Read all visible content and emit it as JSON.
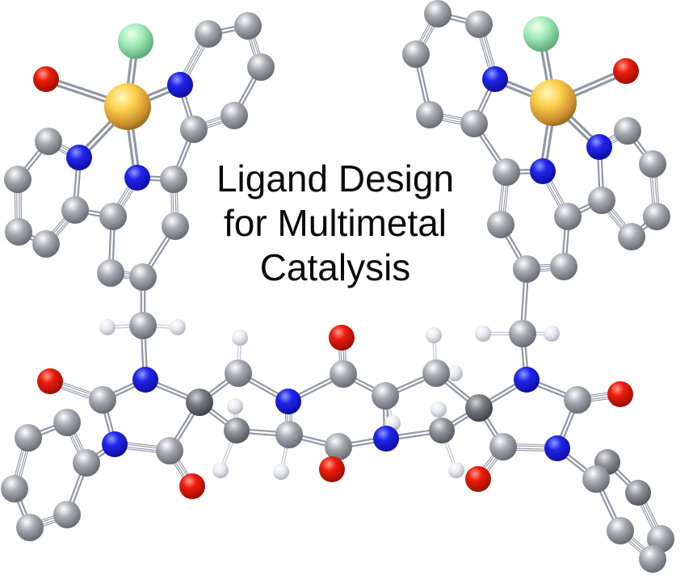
{
  "figure": {
    "title": {
      "line1": "Ligand Design",
      "line2": "for Multimetal",
      "line3": "Catalysis"
    },
    "molecule": {
      "background": "#ffffff",
      "bond_colors": {
        "outer": "#9298a3",
        "core": "#ffffff",
        "h_outer": "#c6cad2"
      },
      "elements": {
        "M": {
          "name": "metal-center",
          "r": 29,
          "stops": [
            [
              0,
              "#fff7c0"
            ],
            [
              0.35,
              "#ffd24e"
            ],
            [
              0.75,
              "#c88d2e"
            ],
            [
              1,
              "#7c5a1a"
            ]
          ]
        },
        "Cl": {
          "name": "chlorine",
          "r": 22,
          "stops": [
            [
              0,
              "#eafff0"
            ],
            [
              0.4,
              "#a5ecba"
            ],
            [
              1,
              "#4f9e6d"
            ]
          ]
        },
        "O": {
          "name": "oxygen",
          "r": 16,
          "stops": [
            [
              0,
              "#ff9f8a"
            ],
            [
              0.35,
              "#ee1b0c"
            ],
            [
              1,
              "#8c0f02"
            ]
          ]
        },
        "N": {
          "name": "nitrogen",
          "r": 16,
          "stops": [
            [
              0,
              "#8f9bff"
            ],
            [
              0.35,
              "#2125ea"
            ],
            [
              1,
              "#0a0a96"
            ]
          ]
        },
        "C": {
          "name": "carbon",
          "r": 17,
          "stops": [
            [
              0,
              "#ffffff"
            ],
            [
              0.4,
              "#a6aab0"
            ],
            [
              1,
              "#5c6066"
            ]
          ]
        },
        "Cq": {
          "name": "carbon",
          "r": 17,
          "stops": [
            [
              0,
              "#d2d3d6"
            ],
            [
              0.4,
              "#76797e"
            ],
            [
              1,
              "#34373b"
            ]
          ]
        },
        "Cm": {
          "name": "carbon",
          "r": 16,
          "stops": [
            [
              0,
              "#e8e9ec"
            ],
            [
              0.4,
              "#8f9297"
            ],
            [
              1,
              "#4a4d52"
            ]
          ]
        },
        "H": {
          "name": "hydrogen",
          "r": 10,
          "stops": [
            [
              0,
              "#ffffff"
            ],
            [
              0.45,
              "#e9eaee"
            ],
            [
              1,
              "#a7aab2"
            ]
          ]
        }
      },
      "atoms": [
        [
          "L_HB1",
          "H",
          133,
          405
        ],
        [
          "L_HB2",
          "H",
          220,
          405
        ],
        [
          "R_HB1",
          "H",
          598,
          413
        ],
        [
          "R_HB2",
          "H",
          683,
          413
        ],
        [
          "B_HA1",
          "H",
          297,
          418
        ],
        [
          "B_HB0",
          "H",
          291,
          503
        ],
        [
          "B_HB1",
          "H",
          273,
          582
        ],
        [
          "D_H3",
          "H",
          486,
          524
        ],
        [
          "D_H6",
          "H",
          348,
          584
        ],
        [
          "B_HC1",
          "H",
          537,
          415
        ],
        [
          "B_HC2",
          "H",
          563,
          462
        ],
        [
          "B_HD1",
          "H",
          543,
          507
        ],
        [
          "B_HD2",
          "H",
          565,
          582
        ],
        [
          "L_M",
          "M",
          158,
          132
        ],
        [
          "L_CL",
          "Cl",
          168,
          51
        ],
        [
          "L_O",
          "O",
          57,
          98
        ],
        [
          "L_N1",
          "N",
          223,
          105
        ],
        [
          "L_C1",
          "C",
          258,
          42
        ],
        [
          "L_C2",
          "C",
          307,
          32
        ],
        [
          "L_C3",
          "C",
          323,
          83
        ],
        [
          "L_C4",
          "C",
          290,
          143
        ],
        [
          "L_C5",
          "C",
          240,
          160
        ],
        [
          "L_N2",
          "N",
          170,
          220
        ],
        [
          "L_C6",
          "C",
          215,
          222
        ],
        [
          "L_C7",
          "C",
          217,
          280
        ],
        [
          "L_C8",
          "C",
          177,
          343
        ],
        [
          "L_C9",
          "C",
          137,
          338
        ],
        [
          "L_C10",
          "C",
          140,
          268
        ],
        [
          "L_N3",
          "N",
          98,
          195
        ],
        [
          "L_C11",
          "C",
          60,
          175
        ],
        [
          "L_C12",
          "C",
          22,
          222
        ],
        [
          "L_C13",
          "C",
          23,
          287
        ],
        [
          "L_C14",
          "C",
          57,
          302
        ],
        [
          "L_C15",
          "C",
          93,
          260
        ],
        [
          "L_CB",
          "C",
          177,
          403
        ],
        [
          "R_M",
          "M",
          685,
          127
        ],
        [
          "R_CL",
          "Cl",
          670,
          42
        ],
        [
          "R_O",
          "O",
          775,
          88
        ],
        [
          "R_N1",
          "N",
          613,
          98
        ],
        [
          "R_C1",
          "C",
          593,
          30
        ],
        [
          "R_C2",
          "C",
          542,
          17
        ],
        [
          "R_C3",
          "C",
          515,
          67
        ],
        [
          "R_C4",
          "C",
          532,
          142
        ],
        [
          "R_C5",
          "C",
          587,
          153
        ],
        [
          "R_N2",
          "N",
          672,
          212
        ],
        [
          "R_C6",
          "C",
          627,
          213
        ],
        [
          "R_C7",
          "C",
          620,
          278
        ],
        [
          "R_C8",
          "C",
          652,
          333
        ],
        [
          "R_C9",
          "C",
          698,
          330
        ],
        [
          "R_C10",
          "C",
          703,
          268
        ],
        [
          "R_N3",
          "N",
          742,
          182
        ],
        [
          "R_C11",
          "C",
          777,
          162
        ],
        [
          "R_C12",
          "C",
          808,
          203
        ],
        [
          "R_C13",
          "C",
          813,
          268
        ],
        [
          "R_C14",
          "C",
          782,
          293
        ],
        [
          "R_C15",
          "C",
          745,
          248
        ],
        [
          "R_CB",
          "C",
          647,
          413
        ],
        [
          "B_N1",
          "N",
          180,
          470
        ],
        [
          "B_C2",
          "C",
          127,
          495
        ],
        [
          "B_O2",
          "O",
          62,
          472
        ],
        [
          "B_N3",
          "N",
          142,
          550
        ],
        [
          "B_C4",
          "C",
          210,
          558
        ],
        [
          "B_O4",
          "O",
          238,
          602
        ],
        [
          "B_C5",
          "Cq",
          247,
          498
        ],
        [
          "B_P2",
          "C",
          83,
          523
        ],
        [
          "B_P3",
          "C",
          35,
          542
        ],
        [
          "B_P4",
          "C",
          18,
          605
        ],
        [
          "B_P5",
          "C",
          37,
          653
        ],
        [
          "B_P6",
          "C",
          83,
          637
        ],
        [
          "B_P1",
          "C",
          107,
          573
        ],
        [
          "B_CH2A",
          "C",
          295,
          462
        ],
        [
          "B_CH2B",
          "Cm",
          293,
          533
        ],
        [
          "D_N1",
          "N",
          357,
          497
        ],
        [
          "D_C2",
          "C",
          425,
          463
        ],
        [
          "D_O2",
          "O",
          423,
          418
        ],
        [
          "D_C3",
          "C",
          477,
          490
        ],
        [
          "D_N4",
          "N",
          478,
          543
        ],
        [
          "D_C5",
          "C",
          419,
          553
        ],
        [
          "D_O5",
          "O",
          411,
          581
        ],
        [
          "D_C6",
          "C",
          358,
          538
        ],
        [
          "B_CH2C",
          "C",
          540,
          462
        ],
        [
          "B_CH2D",
          "Cm",
          547,
          533
        ],
        [
          "B2_C5",
          "Cq",
          593,
          505
        ],
        [
          "B2_N1",
          "N",
          652,
          470
        ],
        [
          "B2_C2",
          "C",
          715,
          495
        ],
        [
          "B2_O2",
          "O",
          768,
          488
        ],
        [
          "B2_N3",
          "N",
          690,
          555
        ],
        [
          "B2_C4",
          "C",
          623,
          553
        ],
        [
          "B2_O4",
          "O",
          592,
          593
        ],
        [
          "B2_P2",
          "Cm",
          752,
          572
        ],
        [
          "B2_P3",
          "Cm",
          790,
          610
        ],
        [
          "B2_P4",
          "C",
          818,
          667
        ],
        [
          "B2_P5",
          "C",
          808,
          692
        ],
        [
          "B2_P6",
          "C",
          768,
          657
        ],
        [
          "B2_P1",
          "C",
          738,
          593
        ]
      ],
      "bonds": [
        [
          "L_M",
          "L_CL",
          "m"
        ],
        [
          "L_M",
          "L_O",
          "m"
        ],
        [
          "L_M",
          "L_N1",
          "m"
        ],
        [
          "L_M",
          "L_N2",
          "m"
        ],
        [
          "L_M",
          "L_N3",
          "m"
        ],
        [
          "L_N1",
          "L_C1",
          "d"
        ],
        [
          "L_C1",
          "L_C2",
          "s"
        ],
        [
          "L_C2",
          "L_C3",
          "d"
        ],
        [
          "L_C3",
          "L_C4",
          "s"
        ],
        [
          "L_C4",
          "L_C5",
          "d"
        ],
        [
          "L_C5",
          "L_N1",
          "s"
        ],
        [
          "L_C5",
          "L_C6",
          "s"
        ],
        [
          "L_N2",
          "L_C6",
          "s"
        ],
        [
          "L_C6",
          "L_C7",
          "d"
        ],
        [
          "L_C7",
          "L_C8",
          "s"
        ],
        [
          "L_C8",
          "L_C9",
          "d"
        ],
        [
          "L_C9",
          "L_C10",
          "s"
        ],
        [
          "L_C10",
          "L_N2",
          "d"
        ],
        [
          "L_C10",
          "L_C15",
          "s"
        ],
        [
          "L_N3",
          "L_C11",
          "d"
        ],
        [
          "L_C11",
          "L_C12",
          "s"
        ],
        [
          "L_C12",
          "L_C13",
          "d"
        ],
        [
          "L_C13",
          "L_C14",
          "s"
        ],
        [
          "L_C14",
          "L_C15",
          "d"
        ],
        [
          "L_C15",
          "L_N3",
          "s"
        ],
        [
          "L_C8",
          "L_CB",
          "s"
        ],
        [
          "L_CB",
          "L_HB1",
          "h"
        ],
        [
          "L_CB",
          "L_HB2",
          "h"
        ],
        [
          "L_CB",
          "B_N1",
          "s"
        ],
        [
          "R_M",
          "R_CL",
          "m"
        ],
        [
          "R_M",
          "R_O",
          "m"
        ],
        [
          "R_M",
          "R_N1",
          "m"
        ],
        [
          "R_M",
          "R_N2",
          "m"
        ],
        [
          "R_M",
          "R_N3",
          "m"
        ],
        [
          "R_N1",
          "R_C1",
          "d"
        ],
        [
          "R_C1",
          "R_C2",
          "s"
        ],
        [
          "R_C2",
          "R_C3",
          "d"
        ],
        [
          "R_C3",
          "R_C4",
          "s"
        ],
        [
          "R_C4",
          "R_C5",
          "d"
        ],
        [
          "R_C5",
          "R_N1",
          "s"
        ],
        [
          "R_C5",
          "R_C6",
          "s"
        ],
        [
          "R_N2",
          "R_C6",
          "s"
        ],
        [
          "R_C6",
          "R_C7",
          "d"
        ],
        [
          "R_C7",
          "R_C8",
          "s"
        ],
        [
          "R_C8",
          "R_C9",
          "d"
        ],
        [
          "R_C9",
          "R_C10",
          "s"
        ],
        [
          "R_C10",
          "R_N2",
          "d"
        ],
        [
          "R_C10",
          "R_C15",
          "s"
        ],
        [
          "R_N3",
          "R_C11",
          "d"
        ],
        [
          "R_C11",
          "R_C12",
          "s"
        ],
        [
          "R_C12",
          "R_C13",
          "d"
        ],
        [
          "R_C13",
          "R_C14",
          "s"
        ],
        [
          "R_C14",
          "R_C15",
          "d"
        ],
        [
          "R_C15",
          "R_N3",
          "s"
        ],
        [
          "R_C8",
          "R_CB",
          "s"
        ],
        [
          "R_CB",
          "R_HB1",
          "h"
        ],
        [
          "R_CB",
          "R_HB2",
          "h"
        ],
        [
          "R_CB",
          "B2_N1",
          "s"
        ],
        [
          "B_N1",
          "B_C2",
          "s"
        ],
        [
          "B_C2",
          "B_O2",
          "d"
        ],
        [
          "B_C2",
          "B_N3",
          "s"
        ],
        [
          "B_N3",
          "B_P1",
          "s"
        ],
        [
          "B_N3",
          "B_C4",
          "d"
        ],
        [
          "B_C4",
          "B_O4",
          "d"
        ],
        [
          "B_C4",
          "B_C5",
          "s"
        ],
        [
          "B_C5",
          "B_N1",
          "s"
        ],
        [
          "B_C5",
          "B_CH2A",
          "s"
        ],
        [
          "B_C5",
          "B_CH2B",
          "s"
        ],
        [
          "B_P1",
          "B_P2",
          "d"
        ],
        [
          "B_P2",
          "B_P3",
          "s"
        ],
        [
          "B_P3",
          "B_P4",
          "d"
        ],
        [
          "B_P4",
          "B_P5",
          "s"
        ],
        [
          "B_P5",
          "B_P6",
          "d"
        ],
        [
          "B_P6",
          "B_P1",
          "s"
        ],
        [
          "B_CH2A",
          "B_HA1",
          "h"
        ],
        [
          "B_CH2A",
          "D_N1",
          "s"
        ],
        [
          "B_CH2B",
          "B_HB0",
          "h"
        ],
        [
          "B_CH2B",
          "B_HB1",
          "h"
        ],
        [
          "B_CH2B",
          "D_C6",
          "s"
        ],
        [
          "D_N1",
          "D_C2",
          "s"
        ],
        [
          "D_C2",
          "D_O2",
          "d"
        ],
        [
          "D_C2",
          "D_C3",
          "s"
        ],
        [
          "D_C3",
          "D_H3",
          "h"
        ],
        [
          "D_C3",
          "D_N4",
          "s"
        ],
        [
          "D_N4",
          "D_C5",
          "s"
        ],
        [
          "D_C5",
          "D_O5",
          "d"
        ],
        [
          "D_C5",
          "D_C6",
          "s"
        ],
        [
          "D_C6",
          "D_N1",
          "d"
        ],
        [
          "D_C6",
          "D_H6",
          "h"
        ],
        [
          "D_C3",
          "B_CH2C",
          "s"
        ],
        [
          "D_N4",
          "B_CH2D",
          "s"
        ],
        [
          "B_CH2C",
          "B_HC1",
          "h"
        ],
        [
          "B_CH2C",
          "B_HC2",
          "h"
        ],
        [
          "B_CH2C",
          "B2_C5",
          "s"
        ],
        [
          "B_CH2D",
          "B_HD1",
          "h"
        ],
        [
          "B_CH2D",
          "B_HD2",
          "h"
        ],
        [
          "B_CH2D",
          "B2_C5",
          "s"
        ],
        [
          "B2_C5",
          "B2_N1",
          "s"
        ],
        [
          "B2_N1",
          "B2_C2",
          "s"
        ],
        [
          "B2_C2",
          "B2_O2",
          "d"
        ],
        [
          "B2_C2",
          "B2_N3",
          "s"
        ],
        [
          "B2_N3",
          "B2_C4",
          "d"
        ],
        [
          "B2_C4",
          "B2_O4",
          "d"
        ],
        [
          "B2_C4",
          "B2_C5",
          "s"
        ],
        [
          "B2_N3",
          "B2_P1",
          "s"
        ],
        [
          "B2_P1",
          "B2_P2",
          "d"
        ],
        [
          "B2_P2",
          "B2_P3",
          "s"
        ],
        [
          "B2_P3",
          "B2_P4",
          "d"
        ],
        [
          "B2_P4",
          "B2_P5",
          "s"
        ],
        [
          "B2_P5",
          "B2_P6",
          "d"
        ],
        [
          "B2_P6",
          "B2_P1",
          "s"
        ]
      ]
    }
  }
}
